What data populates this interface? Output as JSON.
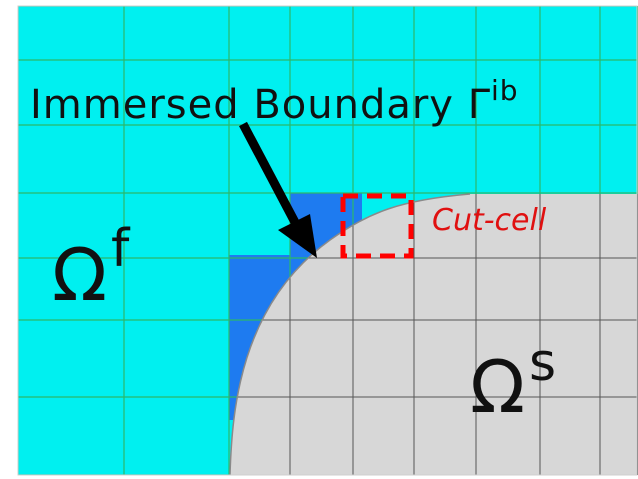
{
  "figure": {
    "boundary_label": "Immersed Boundary Γ",
    "boundary_superscript": "ib",
    "fluid_label": "Ω",
    "fluid_superscript": "f",
    "solid_label": "Ω",
    "solid_superscript": "s",
    "cut_cell_label": "Cut-cell"
  },
  "colors": {
    "fluid": "#00f0f0",
    "cut_region": "#1e7bf0",
    "solid": "#d7d7d7",
    "grid_fluid": "#2bb86a",
    "grid_solid": "#555555",
    "cut_cell_marker": "#ff0000",
    "text": "#111111"
  }
}
